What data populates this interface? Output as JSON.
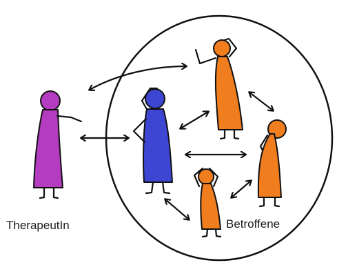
{
  "labels": {
    "therapist": "TherapeutIn",
    "affected": "Betroffene"
  },
  "colors": {
    "therapist": "#b43cc0",
    "central_person": "#3c46d2",
    "affected_group": "#f07d1e",
    "outline": "#111111",
    "background": "#ffffff"
  },
  "figures": [
    {
      "role": "therapist",
      "color_key": "therapist",
      "pose": "arm-reaching"
    },
    {
      "role": "central-person",
      "color_key": "central_person",
      "pose": "hand-on-head"
    },
    {
      "role": "affected-top",
      "color_key": "affected_group",
      "pose": "arms-raised"
    },
    {
      "role": "affected-right",
      "color_key": "affected_group",
      "pose": "bowed-head"
    },
    {
      "role": "affected-bottom",
      "color_key": "affected_group",
      "pose": "hands-on-head"
    }
  ],
  "connections": [
    {
      "from": "therapist",
      "to": "affected-top"
    },
    {
      "from": "therapist",
      "to": "central-person"
    },
    {
      "from": "central-person",
      "to": "affected-top"
    },
    {
      "from": "central-person",
      "to": "affected-right"
    },
    {
      "from": "central-person",
      "to": "affected-bottom"
    },
    {
      "from": "affected-top",
      "to": "affected-right"
    },
    {
      "from": "affected-bottom",
      "to": "affected-right"
    }
  ]
}
